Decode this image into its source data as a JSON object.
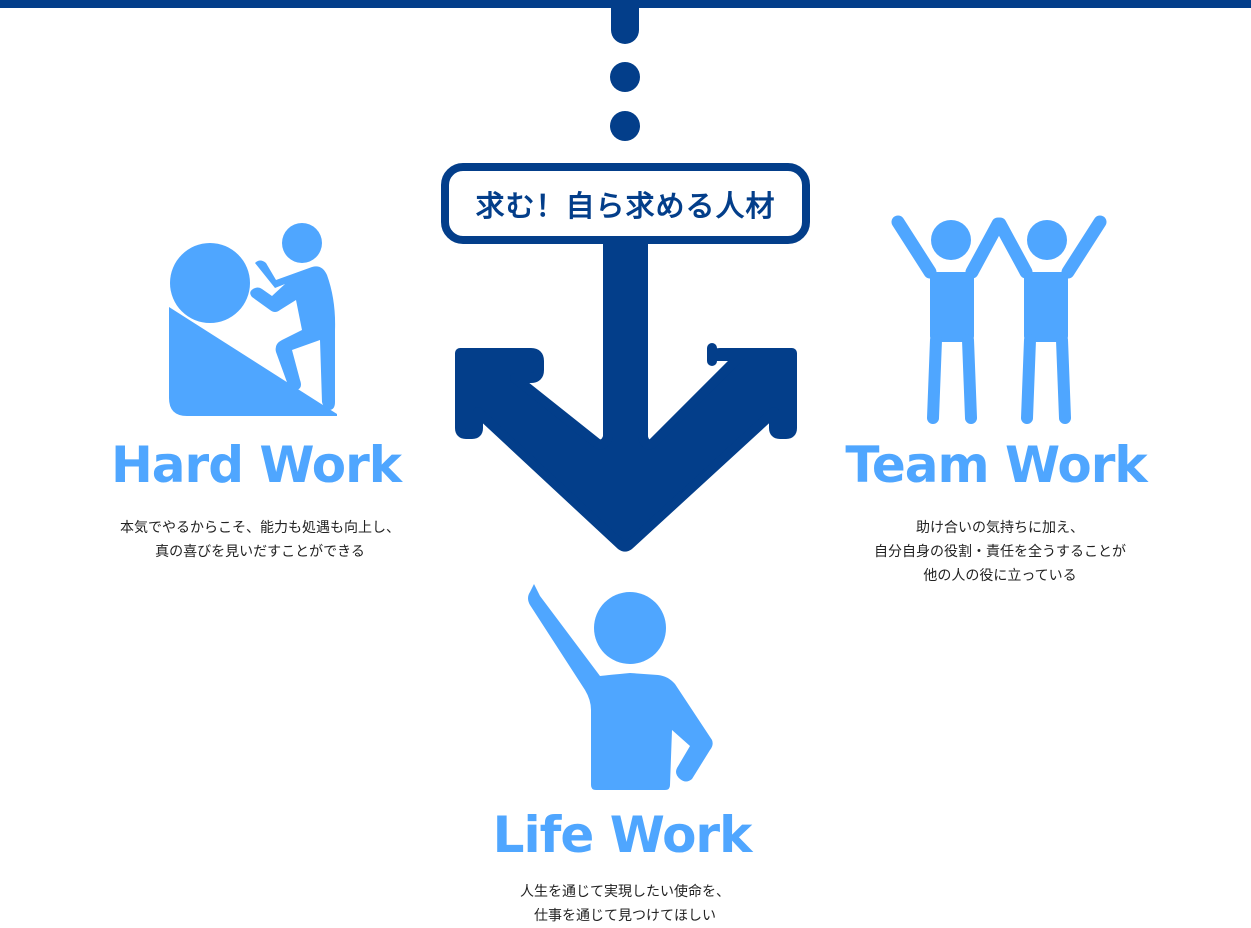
{
  "colors": {
    "navy": "#033e8a",
    "light_blue": "#4fa6ff",
    "text": "#222222"
  },
  "center": {
    "label": "求む！自ら求める人材",
    "connector": "dotted-line",
    "arrow": "three-way-arrow"
  },
  "items": [
    {
      "title": "Hard Work",
      "icon": "person-pushing-boulder-icon",
      "description": [
        "本気でやるからこそ、能力も処遇も向上し、",
        "真の喜びを見いだすことができる"
      ]
    },
    {
      "title": "Team Work",
      "icon": "two-people-high-five-icon",
      "description": [
        "助け合いの気持ちに加え、",
        "自分自身の役割・責任を全うすることが",
        "他の人の役に立っている"
      ]
    },
    {
      "title": "Life Work",
      "icon": "person-pointing-up-icon",
      "description": [
        "人生を通じて実現したい使命を、",
        "仕事を通じて見つけてほしい"
      ]
    }
  ]
}
